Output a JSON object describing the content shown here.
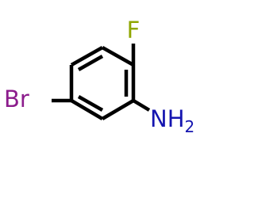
{
  "molecule": {
    "atoms": {
      "fluorine": {
        "symbol": "F",
        "color": "#8fa600"
      },
      "bromine": {
        "symbol": "Br",
        "color": "#8c1c8c"
      },
      "amine": {
        "symbol": "NH",
        "subscript": "2",
        "color": "#1515b0"
      }
    },
    "bond_color": "#000000"
  }
}
